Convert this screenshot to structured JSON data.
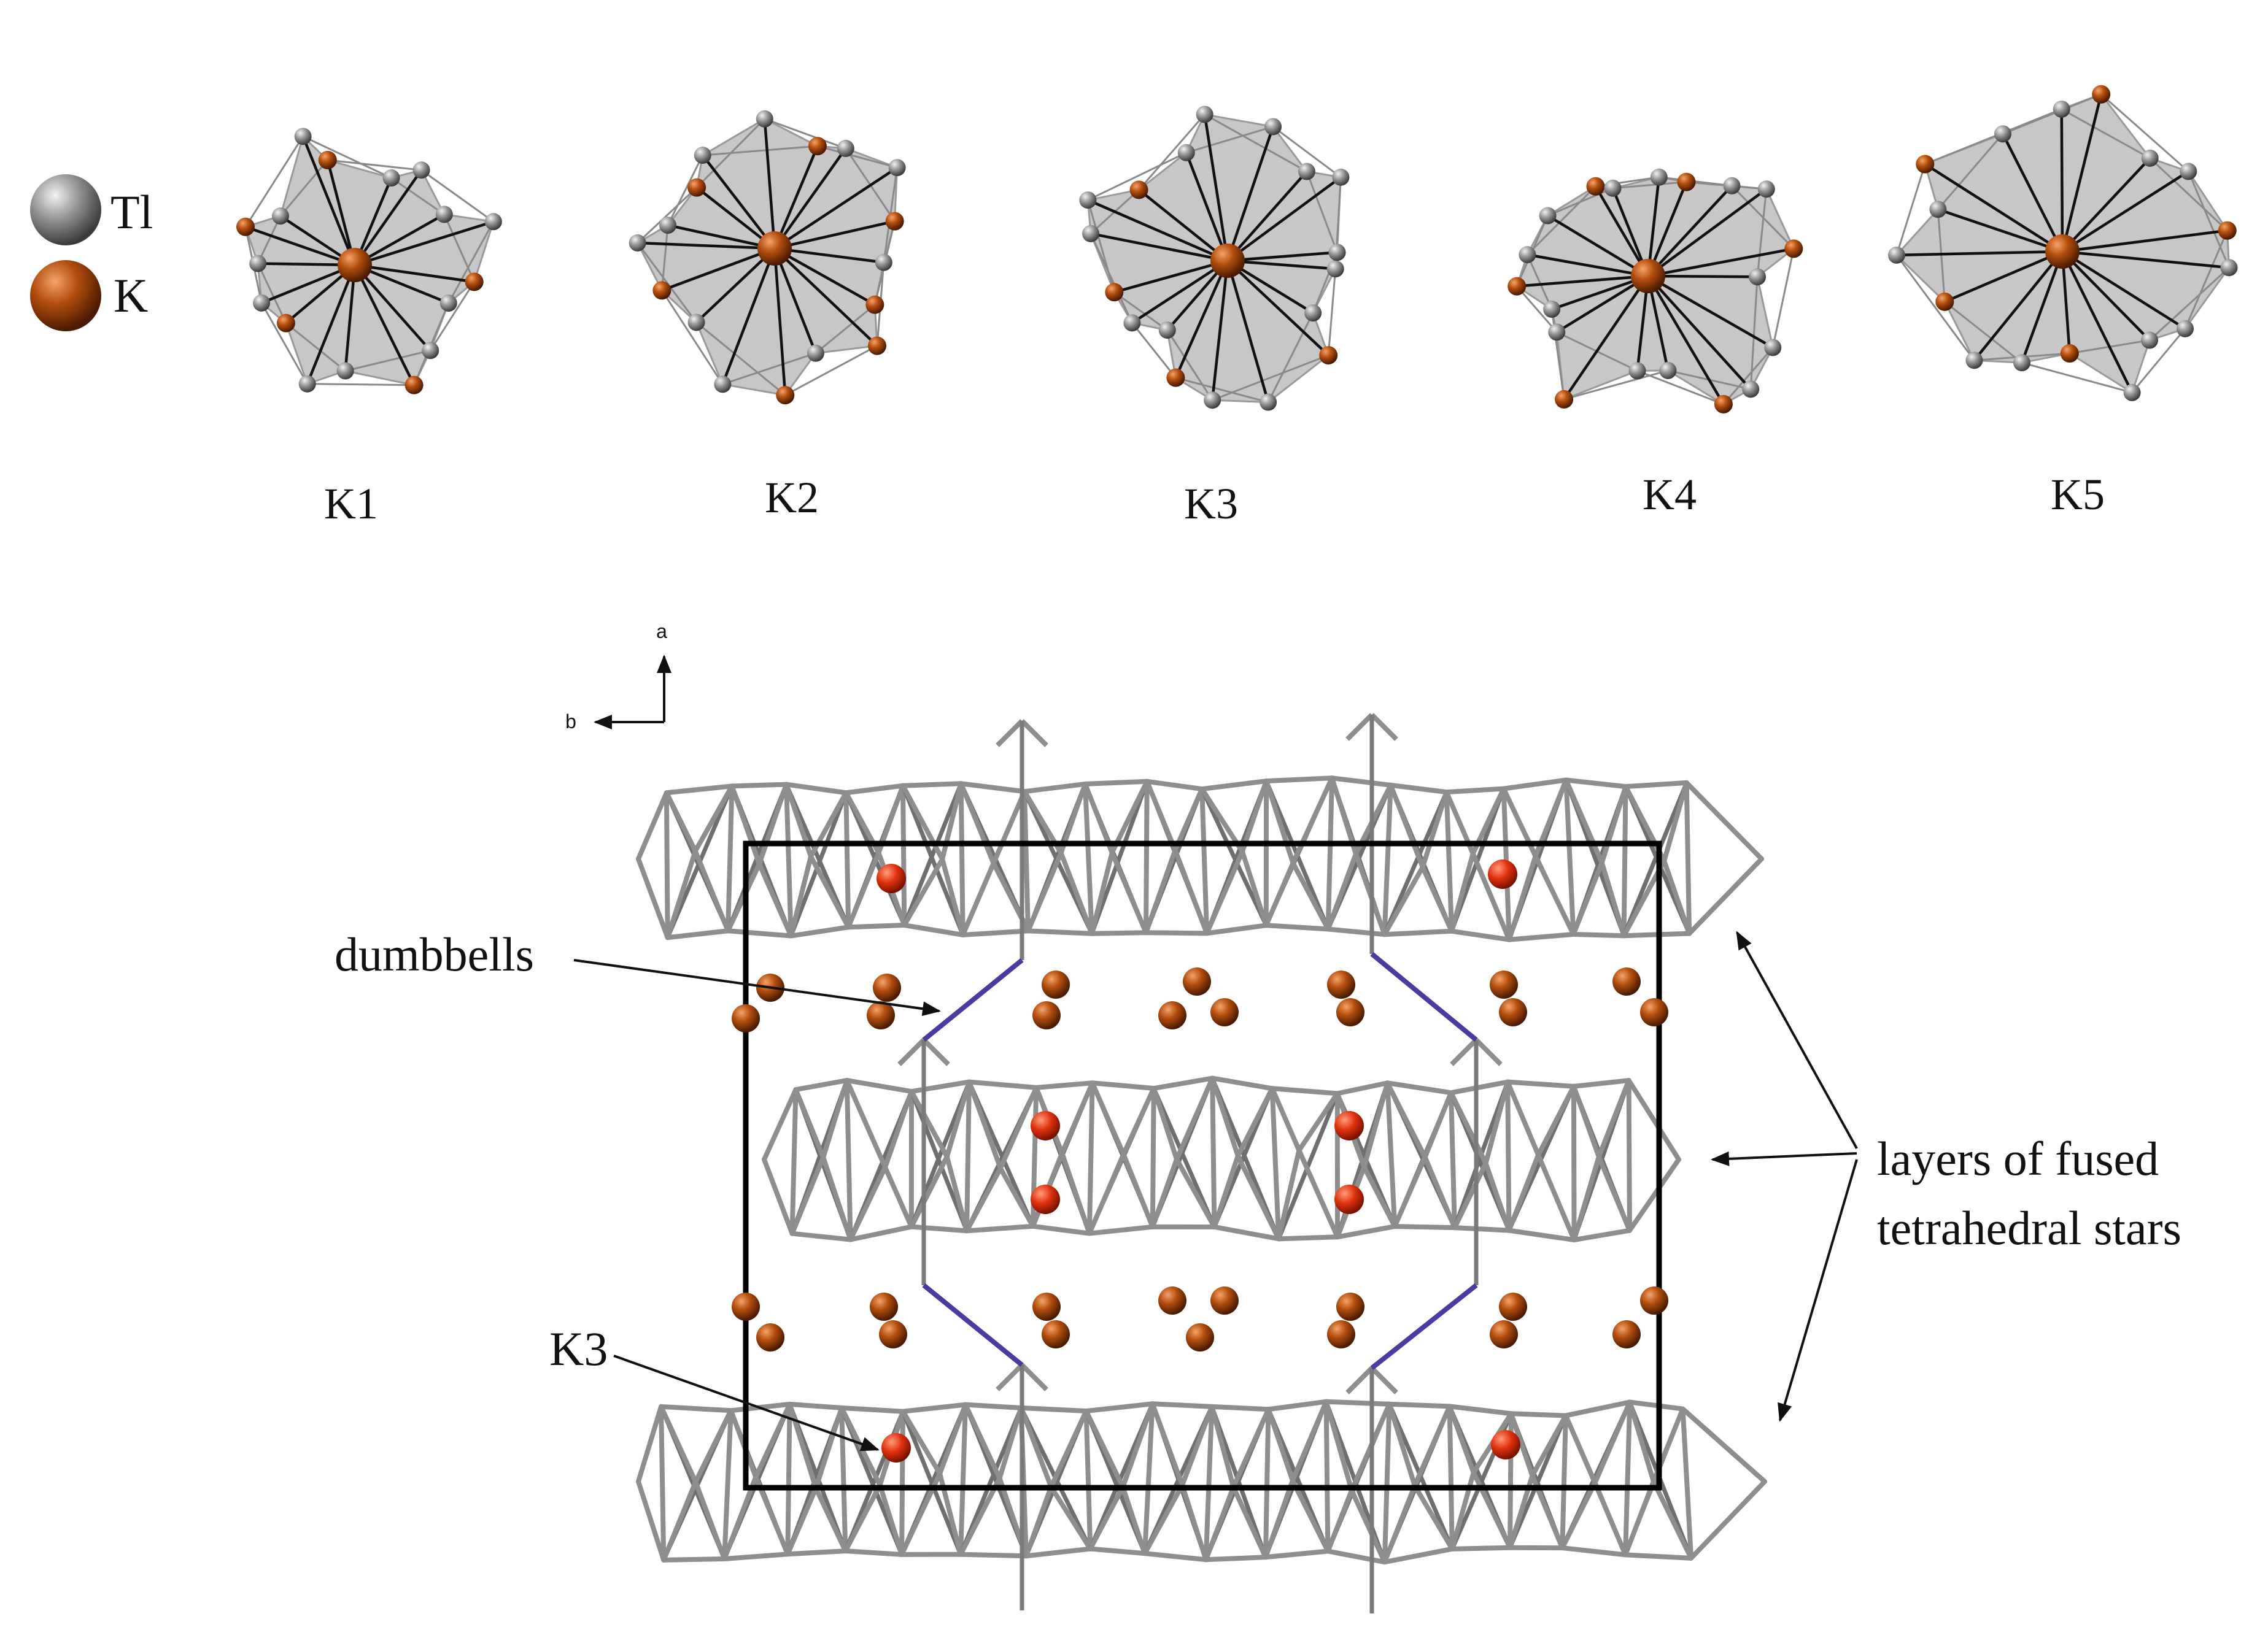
{
  "legend": {
    "items": [
      {
        "label": "Tl",
        "color": "#8c8c8c"
      },
      {
        "label": "K",
        "color": "#b44e0e"
      }
    ]
  },
  "polyhedra": {
    "labels": [
      "K1",
      "K2",
      "K3",
      "K4",
      "K5"
    ]
  },
  "axes": {
    "a_label": "a",
    "b_label": "b"
  },
  "annotations": {
    "dumbbells": "dumbbells",
    "k3": "K3",
    "layers_line1": "layers of fused",
    "layers_line2": "tetrahedral stars"
  },
  "colors": {
    "tl_atom": "#8c8c8c",
    "k_atom": "#b44e0e",
    "k3_atom": "#e0310f",
    "polyhedron_face": "#b9b9b9",
    "framework_bond": "#8f8f8f",
    "dumbbell_bond": "#4b3aa0",
    "unit_cell": "#000000"
  }
}
